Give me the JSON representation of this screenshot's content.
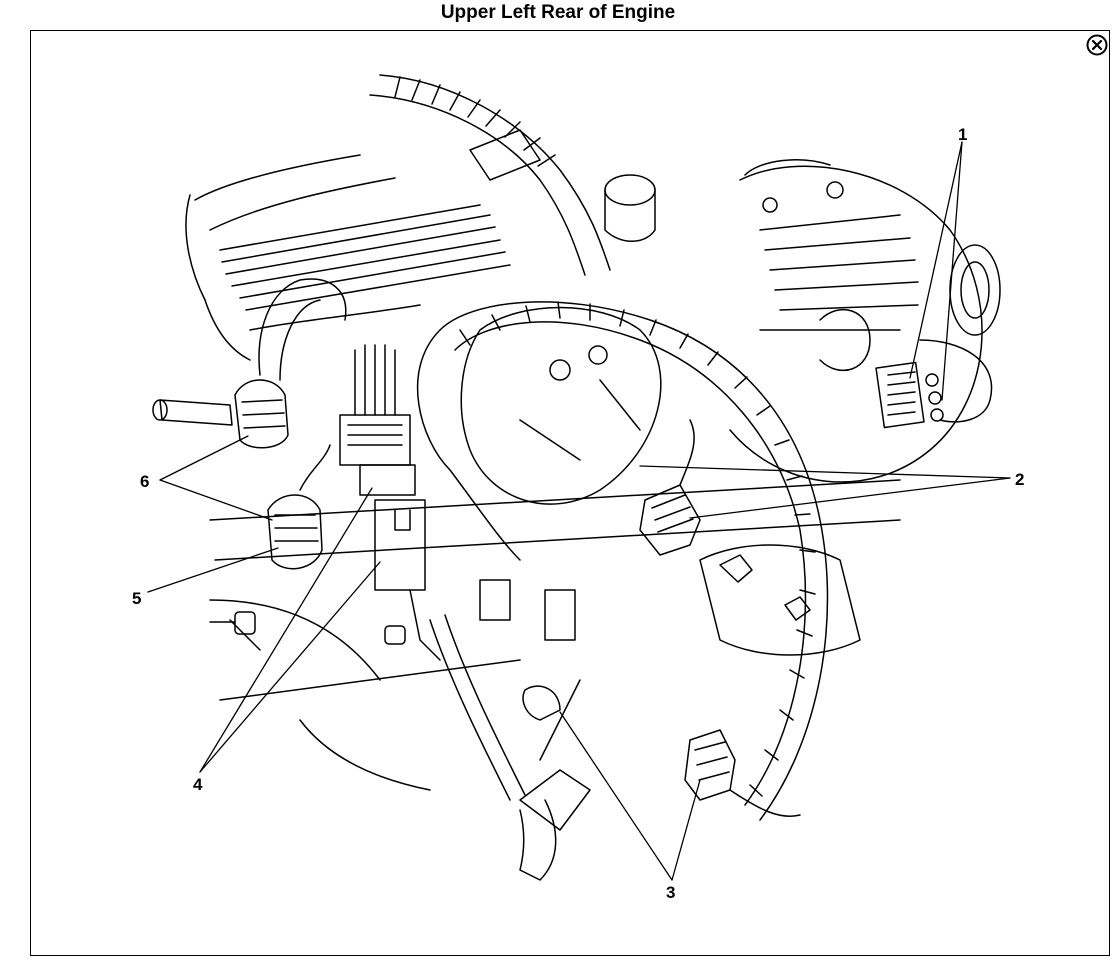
{
  "title": "Upper Left Rear of Engine",
  "callouts": [
    "1",
    "2",
    "3",
    "4",
    "5",
    "6"
  ],
  "icons": {
    "close": "close-icon"
  }
}
